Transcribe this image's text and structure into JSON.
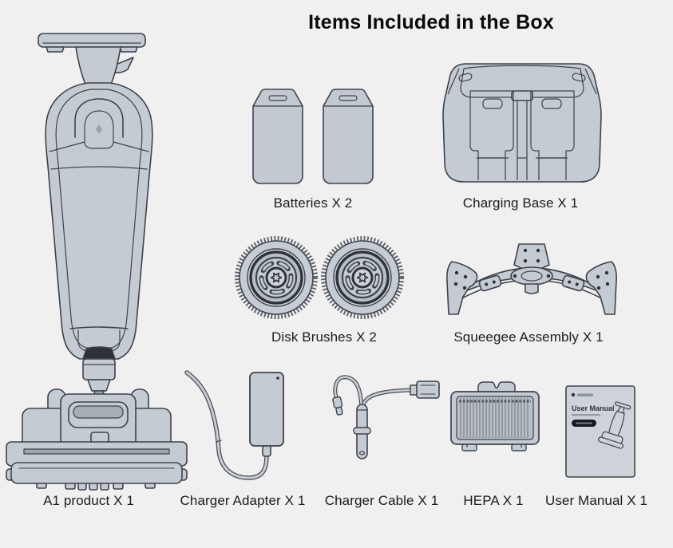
{
  "page": {
    "title": "Items Included in the Box"
  },
  "colors": {
    "background": "#f0f0f1",
    "illustration_fill": "#c5cbd3",
    "illustration_fill_light": "#cfd4db",
    "illustration_stroke": "#3e434a",
    "illustration_dark": "#2e3237",
    "text": "#1c1c1e"
  },
  "items": [
    {
      "id": "a1-product",
      "icon": "a1-product-illustration",
      "label": "A1 product X 1"
    },
    {
      "id": "batteries",
      "icon": "batteries-illustration",
      "label": "Batteries X 2"
    },
    {
      "id": "charging-base",
      "icon": "charging-base-illustration",
      "label": "Charging Base X 1"
    },
    {
      "id": "disk-brushes",
      "icon": "disk-brushes-illustration",
      "label": "Disk Brushes X 2"
    },
    {
      "id": "squeegee-assembly",
      "icon": "squeegee-assembly-illustration",
      "label": "Squeegee Assembly X 1"
    },
    {
      "id": "charger-adapter",
      "icon": "charger-adapter-illustration",
      "label": "Charger Adapter X 1"
    },
    {
      "id": "charger-cable",
      "icon": "charger-cable-illustration",
      "label": "Charger Cable X 1"
    },
    {
      "id": "hepa",
      "icon": "hepa-filter-illustration",
      "label": "HEPA X 1"
    },
    {
      "id": "user-manual",
      "icon": "user-manual-illustration",
      "label": "User Manual X 1"
    }
  ],
  "manual_cover": {
    "title": "User Manual"
  }
}
